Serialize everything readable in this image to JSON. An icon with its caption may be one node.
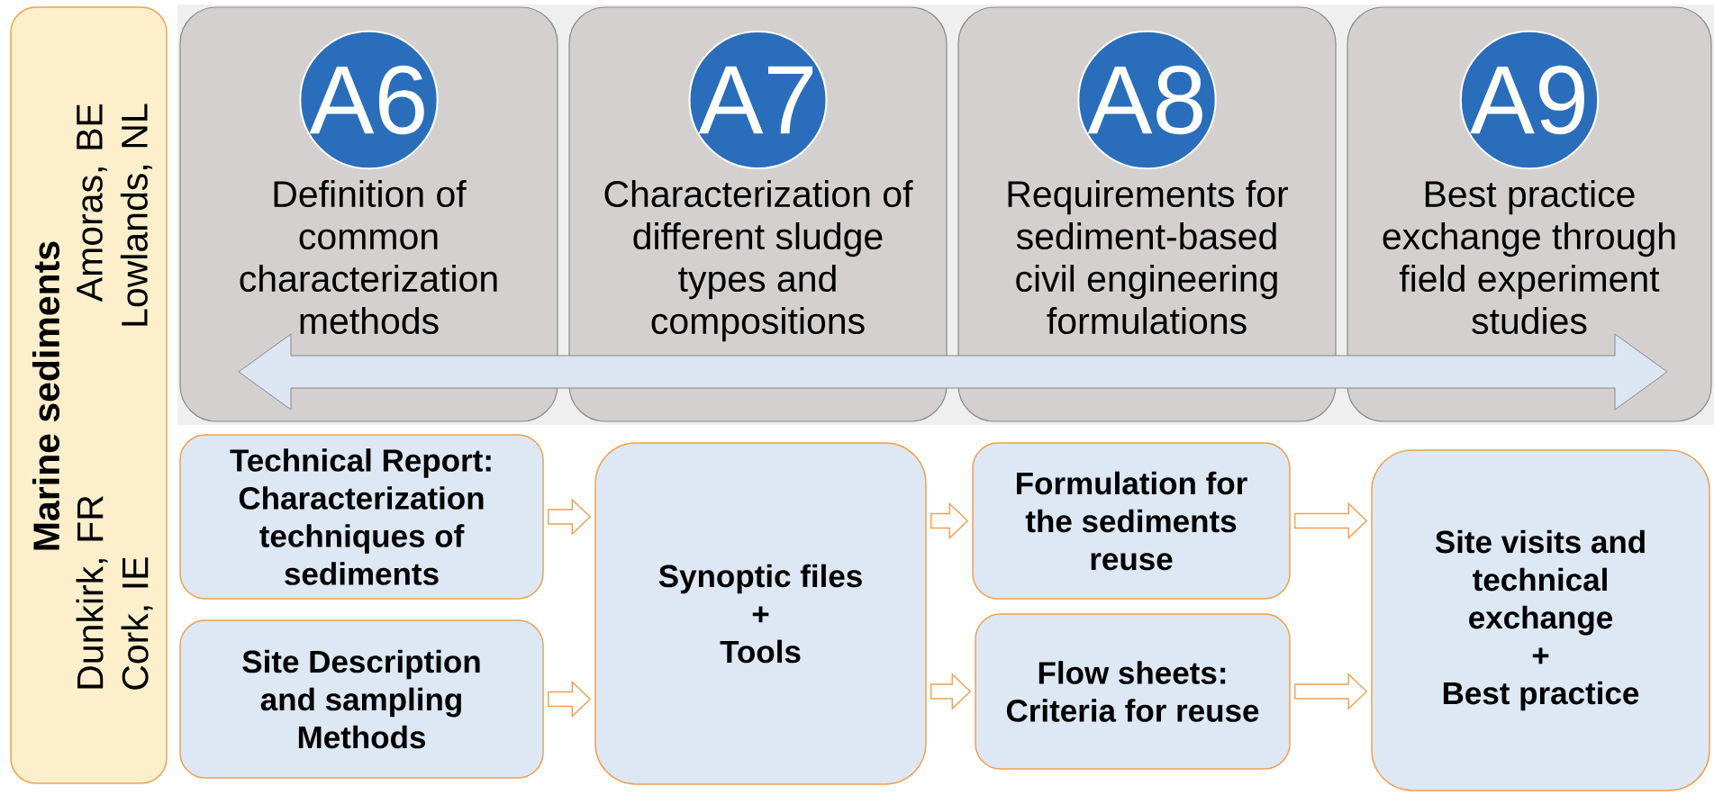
{
  "diagram": {
    "nodes": [
      {
        "text": [
          "Marine sediments",
          "Dunkirk, FR Cork, IE",
          "Amoras, BE Lowlands, NL"
        ]
      },
      {
        "text": [
          "Definition of common characterization methods"
        ]
      },
      {
        "text": [
          "A6"
        ],
        "in": 1
      },
      {
        "text": [
          "Characterization of different sludge types and compositions"
        ]
      },
      {
        "text": [
          "A7"
        ],
        "in": 3
      },
      {
        "text": [
          "Requirements for sediment-based civil engineering formulations"
        ]
      },
      {
        "text": [
          "A8"
        ],
        "in": 5
      },
      {
        "text": [
          "Best practice exchange through field experiment studies"
        ]
      },
      {
        "text": [
          "A9"
        ],
        "in": 7
      },
      {
        "text": [
          "Technical Report: Characterization techniques of sediments"
        ]
      },
      {
        "text": [
          "Site Description and sampling Methods"
        ]
      },
      {
        "text": [
          "Synoptic files",
          "+",
          "Tools"
        ]
      },
      {
        "text": [
          "Formulation for the sediments reuse"
        ]
      },
      {
        "text": [
          "Flow sheets: Criteria for reuse"
        ]
      },
      {
        "text": [
          "Site visits and technical exchange",
          "+",
          "Best practice"
        ]
      }
    ],
    "edges": [
      {
        "from": 9,
        "to": 11,
        "arrow": "to"
      },
      {
        "from": 10,
        "to": 11,
        "arrow": "to"
      },
      {
        "from": 11,
        "to": 12,
        "arrow": "to"
      },
      {
        "from": 11,
        "to": 13,
        "arrow": "to"
      },
      {
        "from": 12,
        "to": 14,
        "arrow": "to"
      },
      {
        "from": 13,
        "to": 14,
        "arrow": "to"
      }
    ]
  }
}
